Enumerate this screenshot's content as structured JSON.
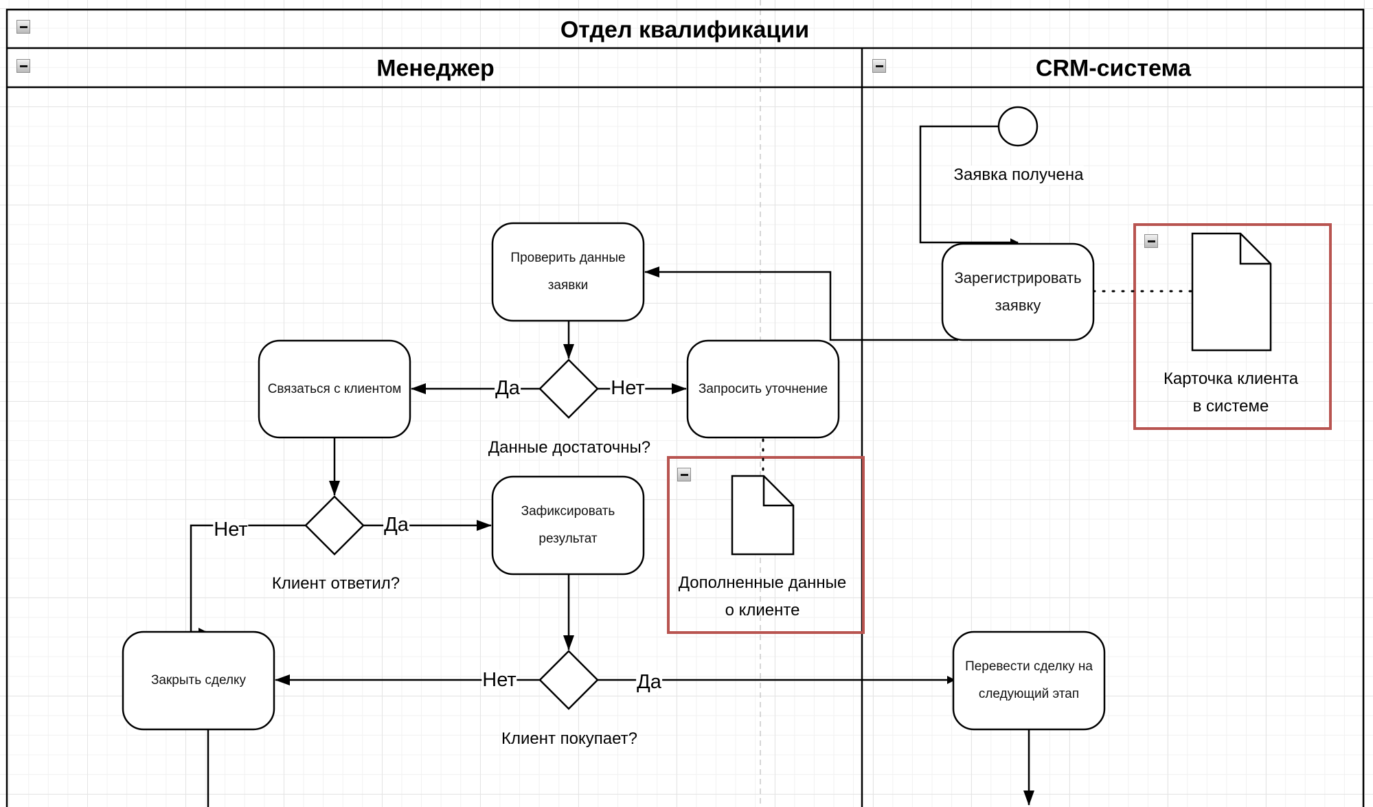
{
  "pool": {
    "title": "Отдел квалификации",
    "lanes": [
      {
        "id": "manager",
        "title": "Менеджер"
      },
      {
        "id": "crm",
        "title": "CRM-система"
      }
    ]
  },
  "colors": {
    "stroke": "#000000",
    "group_border": "#b85450",
    "grid": "#e4e4e4"
  },
  "events": {
    "start": {
      "label": "Заявка получена",
      "icon": "start-event-circle"
    }
  },
  "tasks": {
    "register": "Зарегистрировать заявку",
    "check": "Проверить данные заявки",
    "contact": "Связаться с клиентом",
    "clarify": "Запросить уточнение",
    "record": "Зафиксировать результат",
    "close": "Закрыть сделку",
    "advance": "Перевести сделку на следующий этап"
  },
  "task_lines": {
    "register": [
      "Зарегистрировать",
      "заявку"
    ],
    "check": [
      "Проверить данные",
      "заявки"
    ],
    "contact": [
      "Связаться с клиентом"
    ],
    "clarify": [
      "Запросить уточнение"
    ],
    "record": [
      "Зафиксировать",
      "результат"
    ],
    "close": [
      "Закрыть сделку"
    ],
    "advance": [
      "Перевести сделку на",
      "следующий этап"
    ]
  },
  "gateways": {
    "data_sufficient": "Данные достаточны?",
    "client_answered": "Клиент ответил?",
    "client_buys": "Клиент покупает?"
  },
  "edge_labels": {
    "yes": "Да",
    "no": "Нет"
  },
  "data_objects": {
    "client_card": {
      "line1": "Карточка клиента",
      "line2": "в системе",
      "icon": "document-icon"
    },
    "extra_data": {
      "line1": "Дополненные данные",
      "line2": "о клиенте",
      "icon": "document-icon"
    }
  },
  "controls": {
    "collapse_icon": "minus-collapse-icon"
  }
}
